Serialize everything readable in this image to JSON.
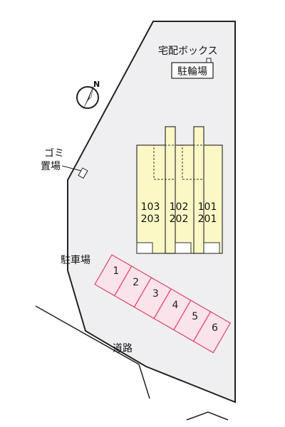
{
  "labels": {
    "delivery_box": "宅配ボックス",
    "bicycle_parking": "駐輪場",
    "garbage_line1": "ゴミ",
    "garbage_line2": "置場",
    "parking": "駐車場",
    "road": "道路"
  },
  "compass": {
    "north_label": "N",
    "icon": "compass-north-icon"
  },
  "units": [
    {
      "upper": "103",
      "lower": "203"
    },
    {
      "upper": "102",
      "lower": "202"
    },
    {
      "upper": "101",
      "lower": "201"
    }
  ],
  "parking_spaces": [
    "1",
    "2",
    "3",
    "4",
    "5",
    "6"
  ],
  "colors": {
    "lot_fill": "#efeff2",
    "building_fill": "#fbf8c6",
    "parking_fill": "#fbe3ec",
    "parking_stroke": "#e0506d",
    "outline": "#222222"
  }
}
